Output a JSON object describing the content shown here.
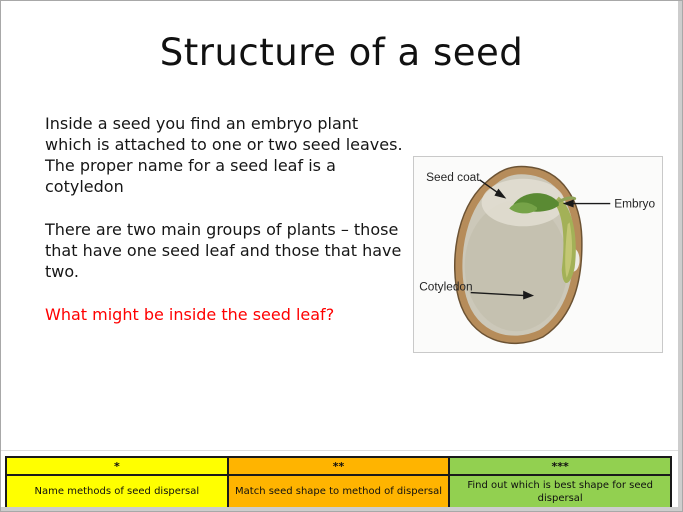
{
  "slide": {
    "title": "Structure of a seed",
    "paragraph1": "Inside a seed you find an embryo plant which is attached to one or two seed leaves.  The proper name for a seed leaf is a cotyledon",
    "paragraph2": "There are two main groups of plants – those that have one seed leaf and those that have two.",
    "question": "What might be inside the seed leaf?",
    "question_color": "#ff0000"
  },
  "diagram": {
    "labels": {
      "seed_coat": "Seed coat",
      "embryo": "Embryo",
      "cotyledon": "Cotyledon"
    },
    "colors": {
      "coat_ring": "#6b5233",
      "coat": "#b68c5a",
      "flesh": "#ccc8b9",
      "flesh_shadow": "#bfbbaa",
      "flesh_highlight": "#e3e0d4",
      "embryo_leaf": "#5a8a33",
      "embryo_leaf_light": "#76a348",
      "radicle": "#a3b157",
      "radicle_highlight": "#c6ca78",
      "hilum": "#edebe4"
    }
  },
  "task_table": {
    "columns": [
      {
        "stars": "*",
        "task": "Name methods of seed dispersal",
        "color": "#ffff00"
      },
      {
        "stars": "**",
        "task": "Match seed shape to method of dispersal",
        "color": "#ffb400"
      },
      {
        "stars": "***",
        "task": "Find out which is best shape for seed dispersal",
        "color": "#92d050"
      }
    ]
  }
}
